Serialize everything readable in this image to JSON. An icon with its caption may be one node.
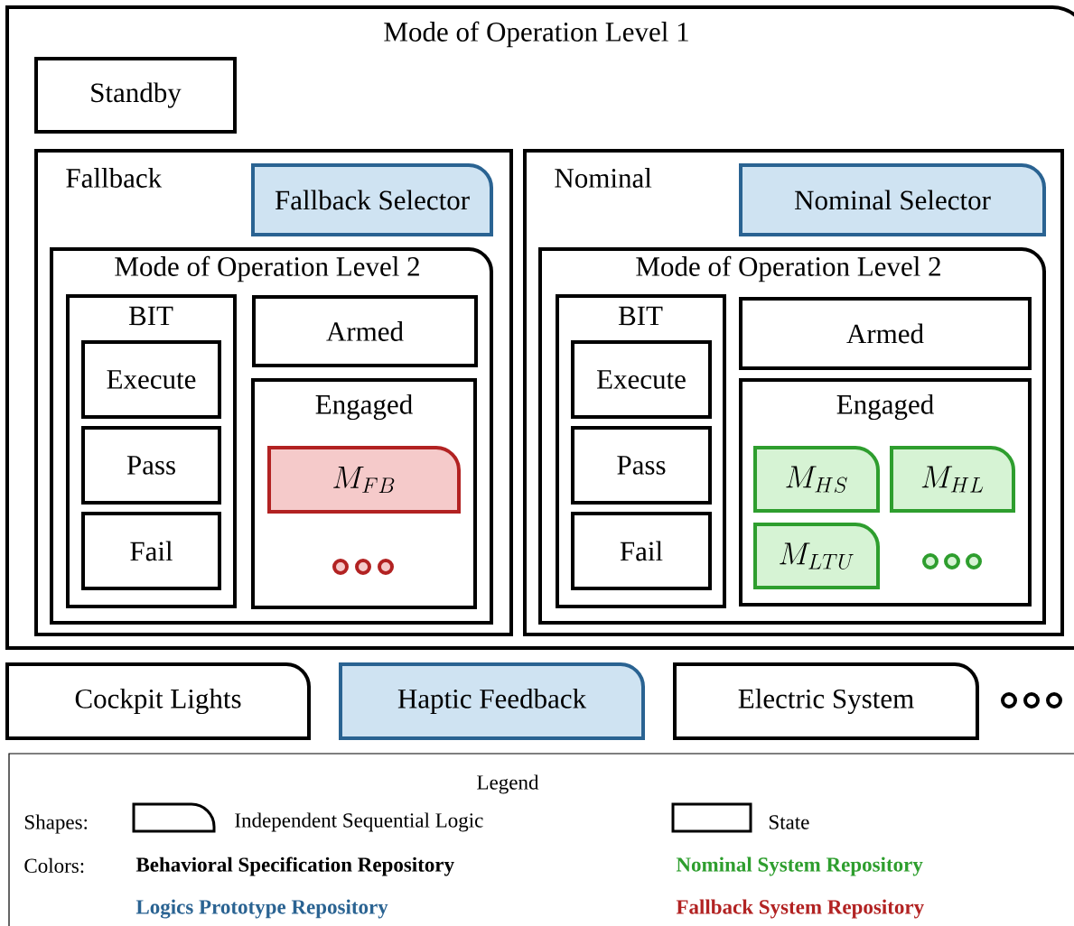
{
  "diagram": {
    "nodes": [
      {
        "text": [
          "Mode of Operation Level 1"
        ]
      },
      {
        "text": [
          "Standby"
        ],
        "in": 0
      },
      {
        "text": [
          "Fallback"
        ],
        "in": 0
      },
      {
        "text": [
          "Fallback Selector"
        ],
        "in": 2
      },
      {
        "text": [
          "Mode of Operation Level 2"
        ],
        "in": 2
      },
      {
        "text": [
          "BIT"
        ],
        "in": 4
      },
      {
        "text": [
          "Execute"
        ],
        "in": 5
      },
      {
        "text": [
          "Pass"
        ],
        "in": 5
      },
      {
        "text": [
          "Fail"
        ],
        "in": 5
      },
      {
        "text": [
          "Armed"
        ],
        "in": 4
      },
      {
        "text": [
          "Engaged"
        ],
        "in": 4
      },
      {
        "text": [
          "M_{FB}"
        ],
        "in": 10
      },
      {
        "text": [
          "Nominal"
        ],
        "in": 0
      },
      {
        "text": [
          "Nominal Selector"
        ],
        "in": 12
      },
      {
        "text": [
          "Mode of Operation Level 2"
        ],
        "in": 12
      },
      {
        "text": [
          "BIT"
        ],
        "in": 14
      },
      {
        "text": [
          "Execute"
        ],
        "in": 15
      },
      {
        "text": [
          "Pass"
        ],
        "in": 15
      },
      {
        "text": [
          "Fail"
        ],
        "in": 15
      },
      {
        "text": [
          "Armed"
        ],
        "in": 14
      },
      {
        "text": [
          "Engaged"
        ],
        "in": 14
      },
      {
        "text": [
          "M_{HS}"
        ],
        "in": 20
      },
      {
        "text": [
          "M_{HL}"
        ],
        "in": 20
      },
      {
        "text": [
          "M_{LTU}"
        ],
        "in": 20
      },
      {
        "text": [
          "Cockpit Lights"
        ]
      },
      {
        "text": [
          "Haptic Feedback"
        ]
      },
      {
        "text": [
          "Electric System"
        ]
      }
    ],
    "labels": [
      "Legend",
      "Shapes:",
      "Colors:"
    ],
    "legend": [
      {
        "text": "Independent Sequential Logic"
      },
      {
        "text": "State"
      },
      {
        "text": "Behavioral Specification Repository",
        "color": "#000000"
      },
      {
        "text": "Nominal System Repository",
        "color": "#2e9e2e"
      },
      {
        "text": "Logics Prototype Repository",
        "color": "#2a6392"
      },
      {
        "text": "Fallback System Repository",
        "color": "#b22222"
      }
    ]
  }
}
